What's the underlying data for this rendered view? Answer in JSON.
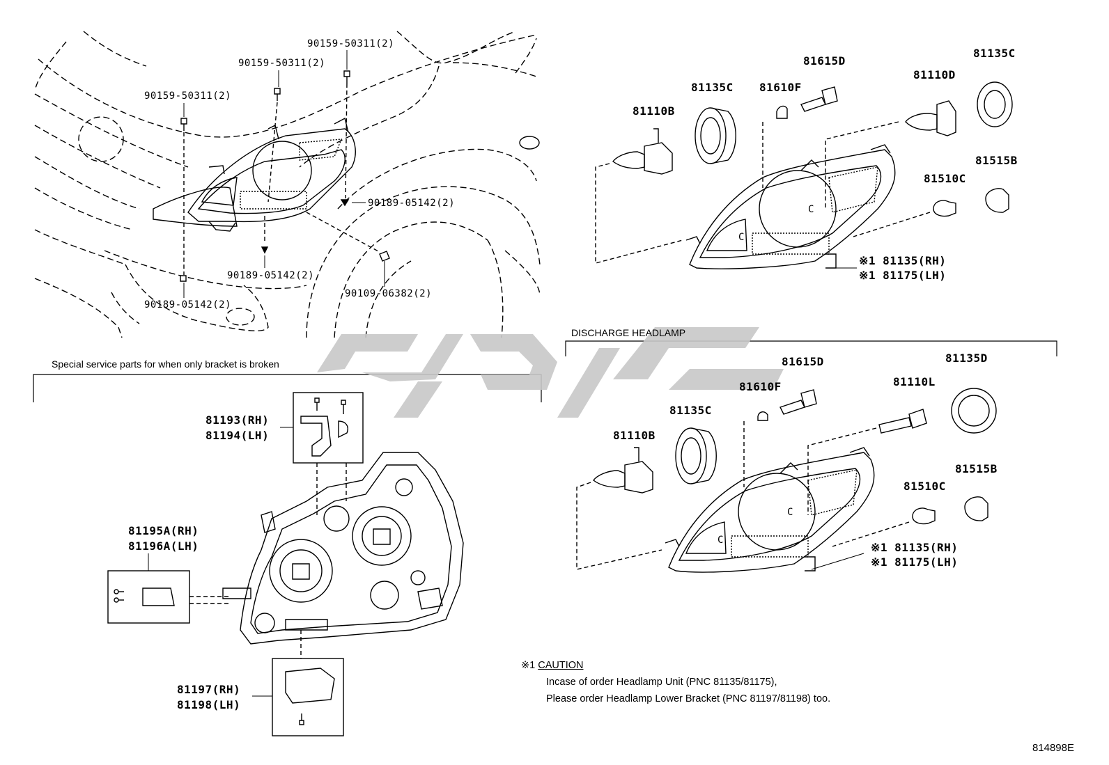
{
  "top_left_labels": {
    "bolt_a": "90159-50311(2)",
    "bolt_b": "90159-50311(2)",
    "bolt_c": "90159-50311(2)",
    "screw_a": "90189-05142(2)",
    "screw_b": "90189-05142(2)",
    "screw_c": "90189-05142(2)",
    "bolt_d": "90109-06382(2)"
  },
  "halogen_group": {
    "bulb_hb3": "81110B",
    "socket_cap_left": "81135C",
    "bulb_small": "81610F",
    "socket_small": "81615D",
    "bulb_hb4": "81110D",
    "cap_right": "81135C",
    "bulb_side": "81510C",
    "socket_side": "81515B",
    "unit_rh": "※1 81135(RH)",
    "unit_lh": "※1 81175(LH)"
  },
  "discharge_group": {
    "section_title": "DISCHARGE HEADLAMP",
    "bulb_hb3": "81110B",
    "cap_left": "81135C",
    "bulb_small": "81610F",
    "socket_small": "81615D",
    "bulb_hid": "81110L",
    "cap_right": "81135D",
    "bulb_side": "81510C",
    "socket_side": "81515B",
    "unit_rh": "※1 81135(RH)",
    "unit_lh": "※1 81175(LH)"
  },
  "bracket_section": {
    "section_title": "Special service parts for when only bracket is broken",
    "upper_rh": "81193(RH)",
    "upper_lh": "81194(LH)",
    "side_rh": "81195A(RH)",
    "side_lh": "81196A(LH)",
    "lower_rh": "81197(RH)",
    "lower_lh": "81198(LH)"
  },
  "caution": {
    "mark": "※1",
    "title": "CAUTION",
    "line1": "Incase of order Headlamp Unit (PNC 81135/81175),",
    "line2": "Please order Headlamp Lower Bracket (PNC 81197/81198) too."
  },
  "reference_code": "814898E",
  "colors": {
    "line": "#000000",
    "watermark": "#c8c8c8"
  }
}
